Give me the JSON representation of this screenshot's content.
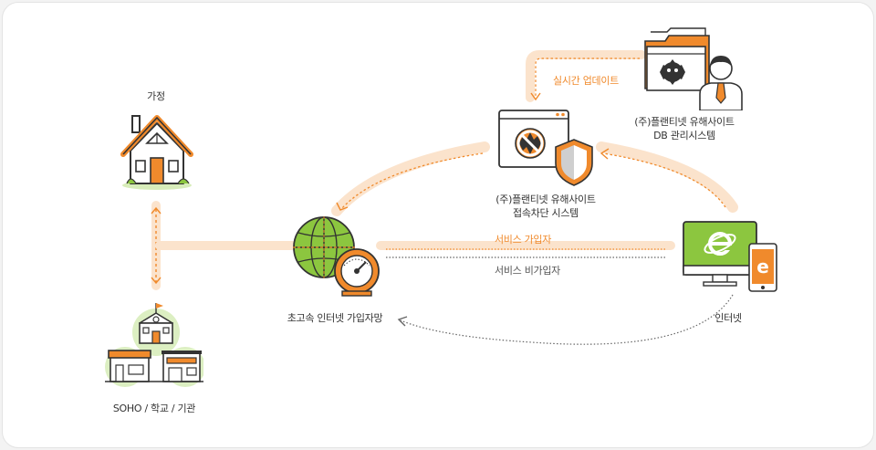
{
  "colors": {
    "accent": "#f08a2c",
    "accent_light": "#fbe3cc",
    "green": "#8cc63f",
    "dark": "#333333"
  },
  "nodes": {
    "home": {
      "label": "가정",
      "icon": "house-icon"
    },
    "soho": {
      "label": "SOHO / 학교 / 기관",
      "icon": "buildings-icon"
    },
    "subscriber_network": {
      "label": "초고속 인터넷 가입자망",
      "icon": "globe-speedometer-icon"
    },
    "blocking_system": {
      "label_line1": "(주)플랜티넷 유해사이트",
      "label_line2": "접속차단 시스템",
      "icon": "blocking-window-shield-icon"
    },
    "db_system": {
      "label_line1": "(주)플랜티넷 유해사이트",
      "label_line2": "DB 관리시스템",
      "icon": "folder-admin-icon"
    },
    "internet": {
      "label": "인터넷",
      "icon": "internet-explorer-devices-icon"
    }
  },
  "flows": {
    "realtime_update": "실시간 업데이트",
    "service_subscriber": "서비스 가입자",
    "service_non_subscriber": "서비스 비가입자"
  }
}
